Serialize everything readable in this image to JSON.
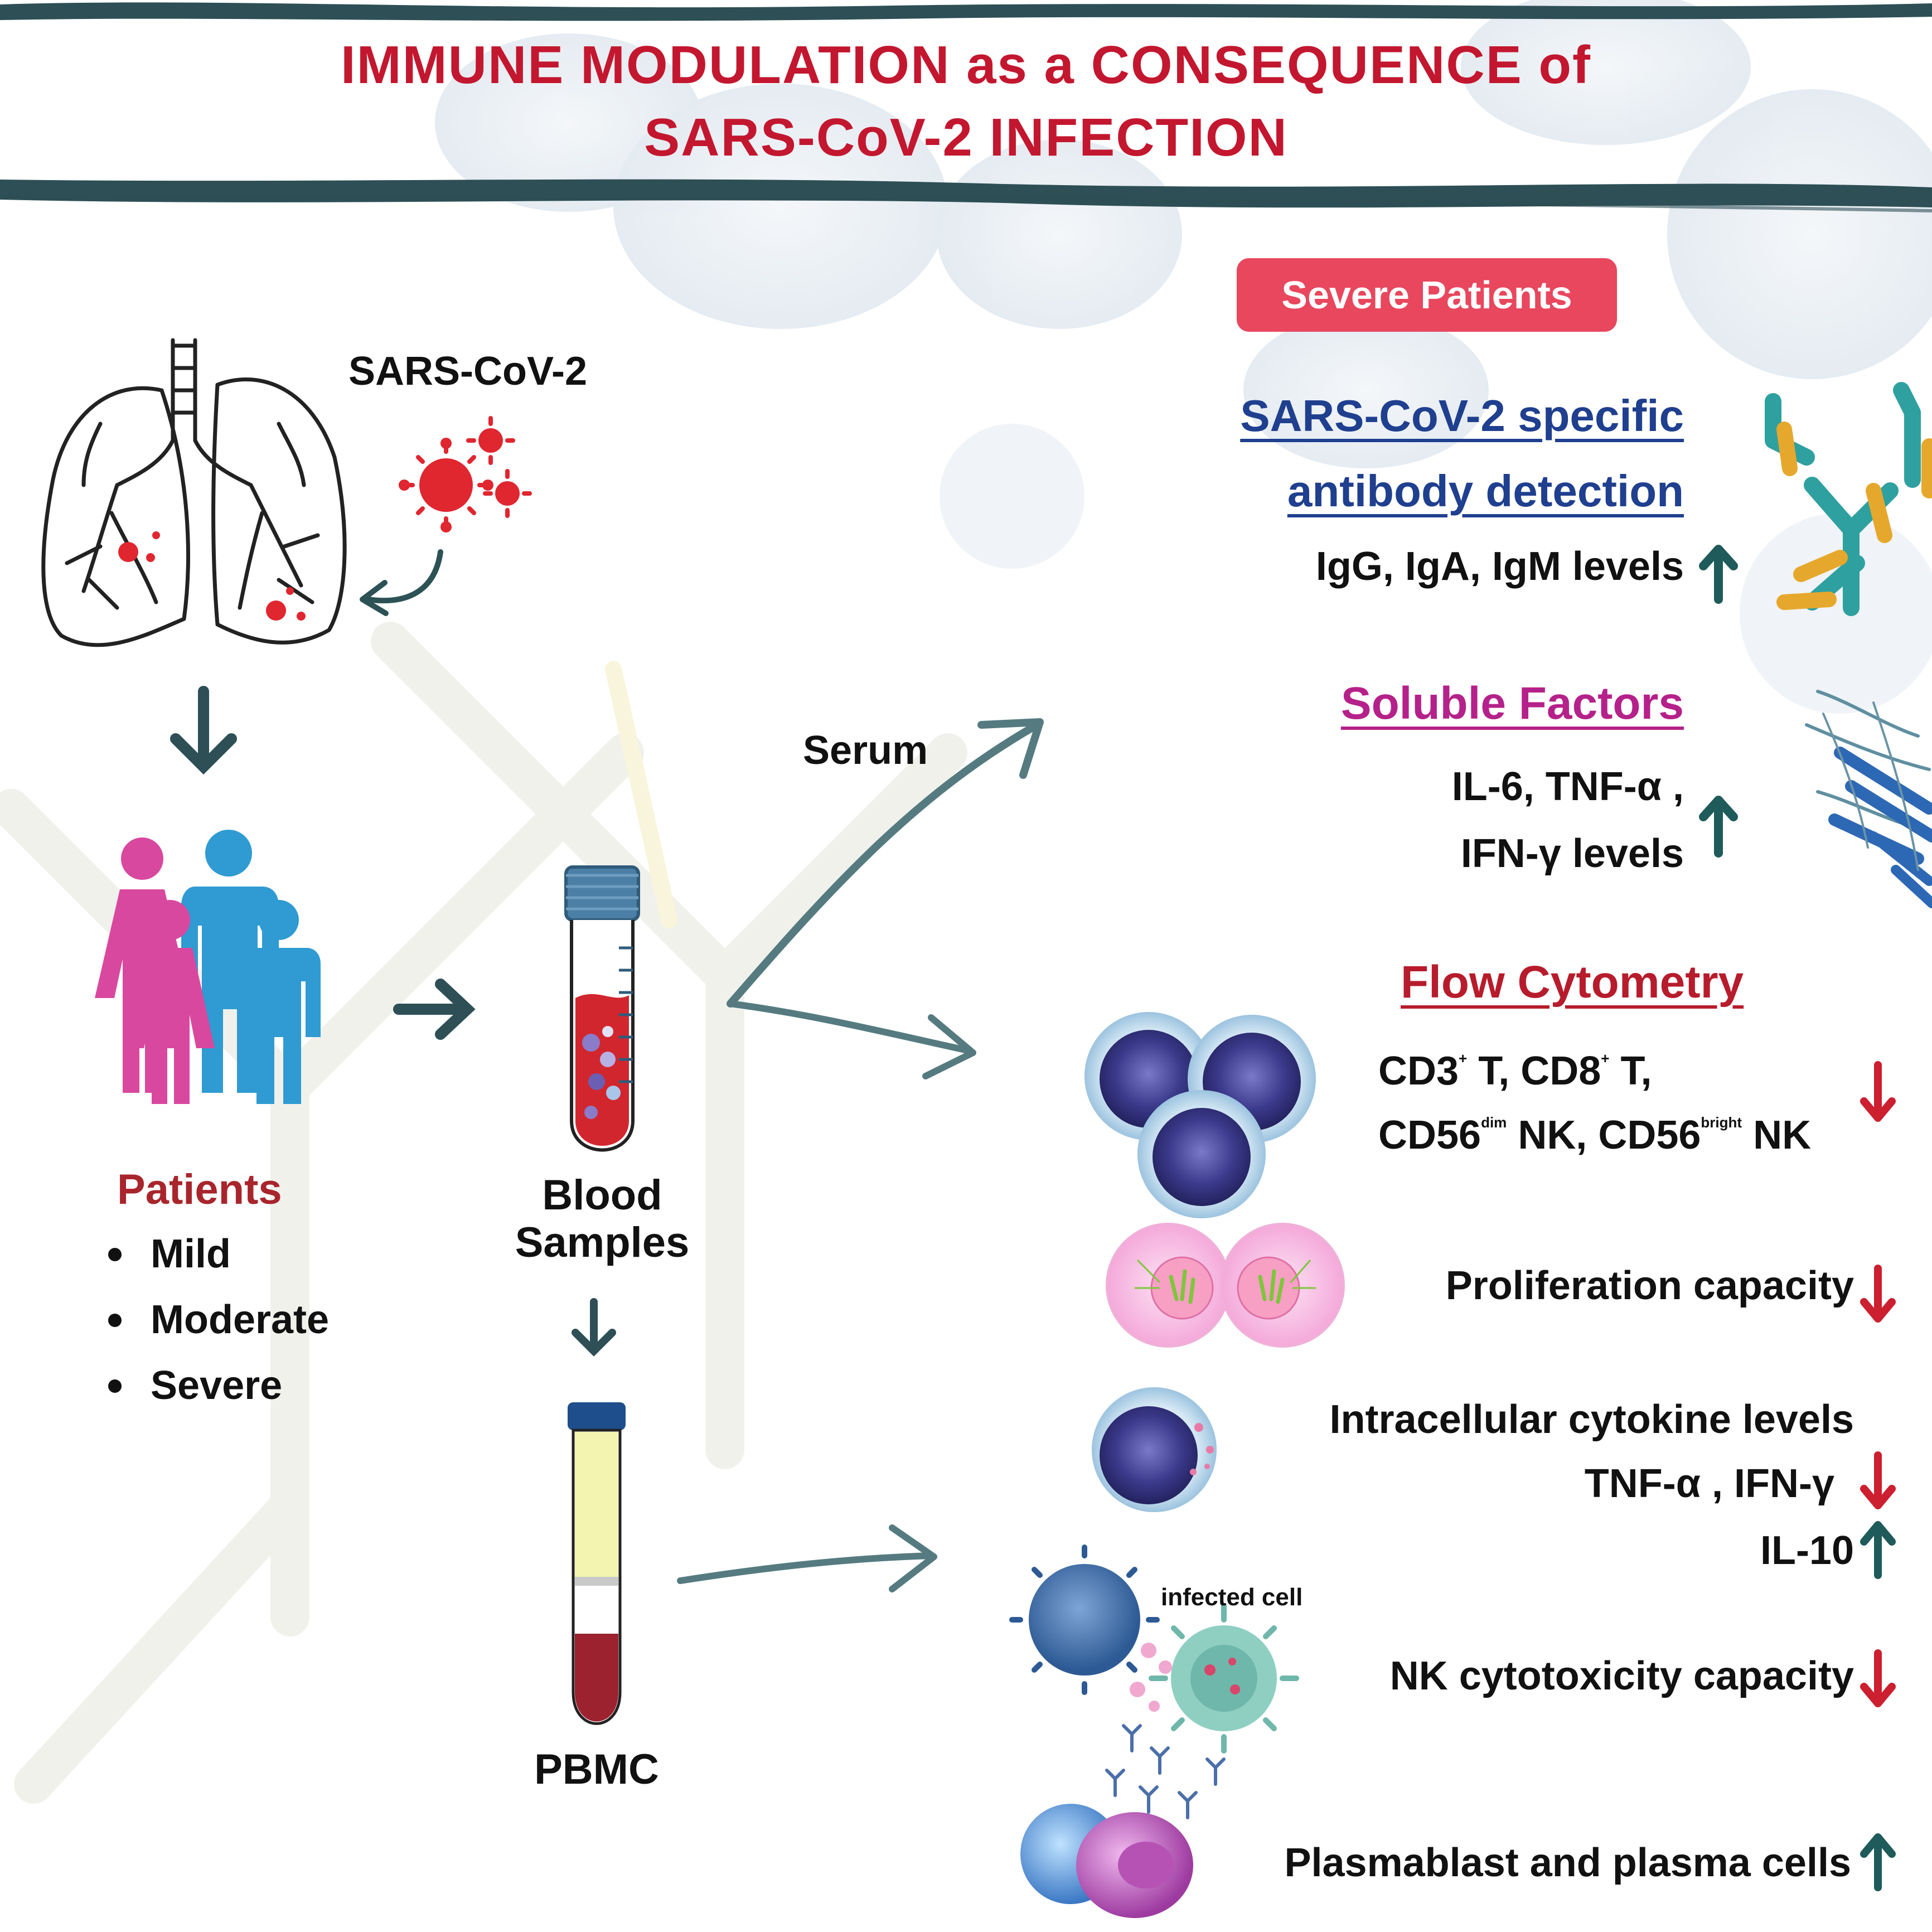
{
  "title": {
    "line1": "IMMUNE MODULATION as a CONSEQUENCE of",
    "line2": "SARS-CoV-2 INFECTION"
  },
  "left": {
    "virus_label": "SARS-CoV-2",
    "patients_heading": "Patients",
    "patient_groups": [
      "Mild",
      "Moderate",
      "Severe"
    ],
    "blood_samples": [
      "Blood",
      "Samples"
    ],
    "pbmc": "PBMC",
    "serum": "Serum"
  },
  "right": {
    "badge": "Severe Patients",
    "antibody": {
      "heading_line1": "SARS-CoV-2 specific",
      "heading_line2": "antibody detection",
      "levels": "IgG, IgA, IgM levels",
      "trend": "up"
    },
    "soluble": {
      "heading": "Soluble Factors",
      "line1": "IL-6, TNF-α ,",
      "line2": "IFN-γ  levels",
      "trend": "up"
    },
    "flow": {
      "heading": "Flow Cytometry",
      "markers": {
        "cd3": "CD3",
        "plus": "+",
        "t1": " T, ",
        "cd8": "CD8",
        "t2": " T,",
        "cd56a": "CD56",
        "dim": "dim",
        "nk1": "  NK, ",
        "cd56b": "CD56",
        "bright": "bright",
        "nk2": " NK",
        "trend": "down"
      },
      "proliferation": {
        "text": "Proliferation capacity",
        "trend": "down"
      },
      "intracellular": {
        "heading": "Intracellular cytokine levels",
        "tnf_ifn": "TNF-α , IFN-γ",
        "tnf_trend": "down",
        "il10": "IL-10",
        "il10_trend": "up"
      },
      "infected_cell": "infected cell",
      "nk_cytotoxicity": {
        "text": "NK  cytotoxicity capacity",
        "trend": "down"
      },
      "plasma": {
        "text": "Plasmablast and plasma cells",
        "trend": "up"
      }
    }
  },
  "colors": {
    "title_red": "#c3172f",
    "badge": "#e8475e",
    "antibody_blue": "#1f3f8f",
    "soluble_pink": "#b5218a",
    "flow_red": "#b71c2c",
    "arrow_up": "#1e5b5a",
    "arrow_down": "#cc1f2f",
    "flow_arrow": "#557b80",
    "header_band": "#2d4f55"
  }
}
